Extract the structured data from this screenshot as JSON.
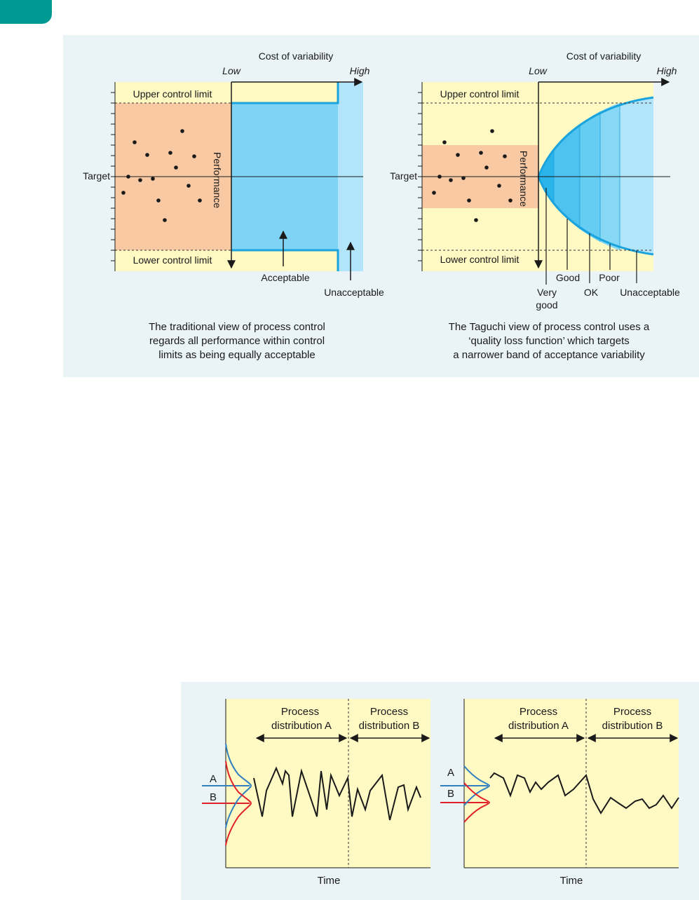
{
  "colors": {
    "panel": "#eaf4f7",
    "chart_bg": "#fff9c4",
    "band": "#f8c9a3",
    "blue": "#7fd4f6",
    "blue_light": "#b3e5fa",
    "blue_line": "#1aa3dc",
    "dist_a": "#2f7fc1",
    "dist_b": "#e0202a",
    "tab": "#009a93"
  },
  "traditional": {
    "axis_title": "Cost of variability",
    "low": "Low",
    "high": "High",
    "performance": "Performance",
    "target": "Target",
    "upper": "Upper control limit",
    "lower": "Lower control limit",
    "acceptable": "Acceptable",
    "unacceptable": "Unacceptable",
    "caption": [
      "The traditional view of process control",
      "regards all performance within control",
      "limits as being equally acceptable"
    ]
  },
  "taguchi": {
    "axis_title": "Cost of variability",
    "low": "Low",
    "high": "High",
    "performance": "Performance",
    "target": "Target",
    "upper": "Upper control limit",
    "lower": "Lower control limit",
    "very": "Very",
    "good_small": "good",
    "good": "Good",
    "ok": "OK",
    "poor": "Poor",
    "unacceptable": "Unacceptable",
    "caption": [
      "The Taguchi view of process control uses a",
      "‘quality loss function’ which targets",
      "a narrower band of acceptance variability"
    ]
  },
  "dist_left": {
    "proc_a": [
      "Process",
      "distribution A"
    ],
    "proc_b": [
      "Process",
      "distribution B"
    ],
    "label_a": "A",
    "label_b": "B",
    "time": "Time"
  },
  "dist_right": {
    "proc_a": [
      "Process",
      "distribution A"
    ],
    "proc_b": [
      "Process",
      "distribution B"
    ],
    "label_a": "A",
    "label_b": "B",
    "time": "Time"
  }
}
